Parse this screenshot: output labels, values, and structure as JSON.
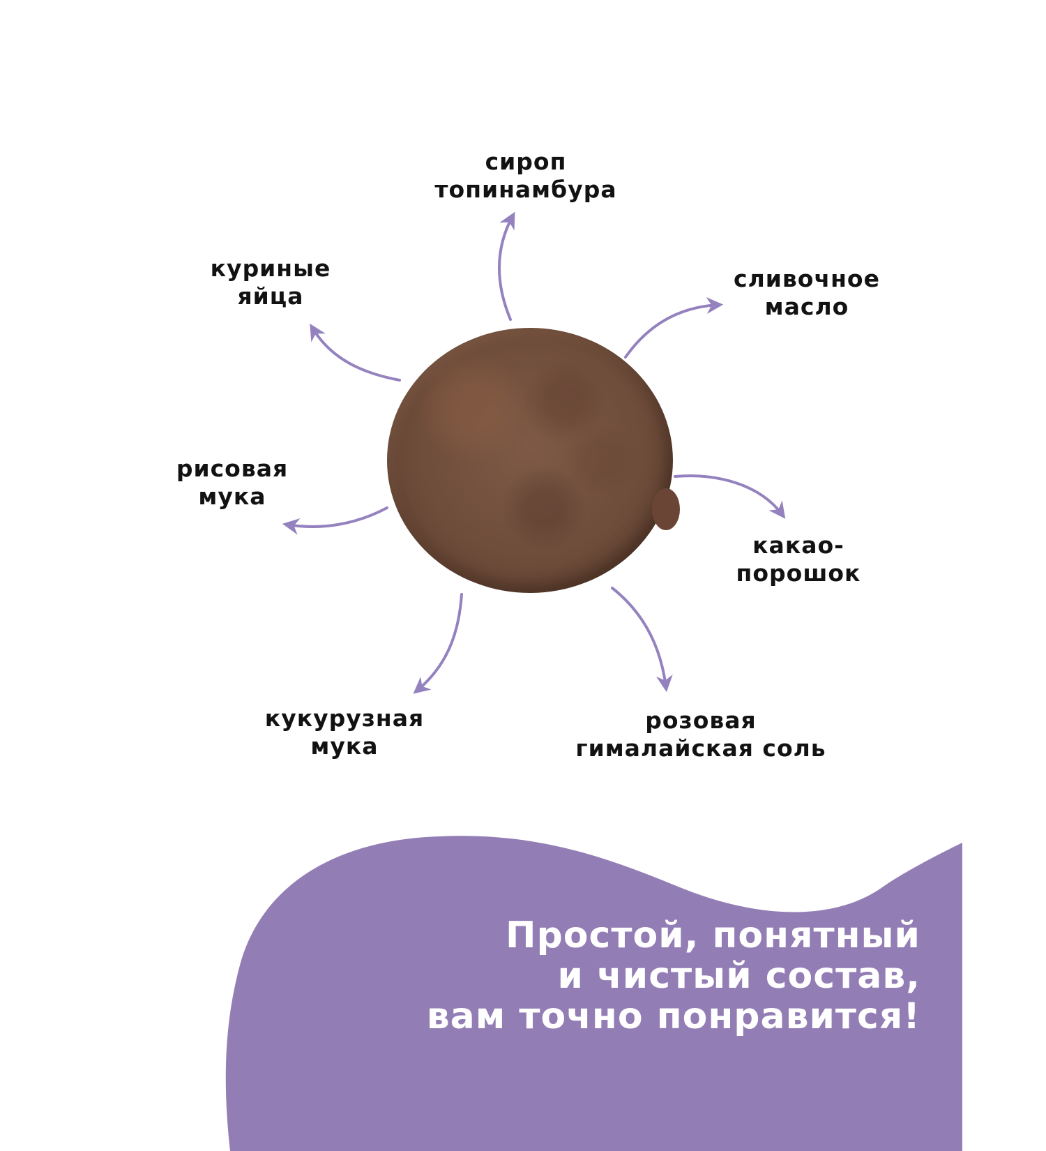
{
  "colors": {
    "accent_purple": "#937db5",
    "arrow_purple": "#9482bf",
    "label_text": "#121212",
    "slogan_text": "#ffffff",
    "cookie_brown": "#6f4d3b"
  },
  "product_image": {
    "icon": "chocolate-cookie"
  },
  "ingredients": [
    {
      "id": "syrup",
      "lines": [
        "сироп",
        "топинамбура"
      ]
    },
    {
      "id": "eggs",
      "lines": [
        "куриные",
        "яйца"
      ]
    },
    {
      "id": "butter",
      "lines": [
        "сливочное",
        "масло"
      ]
    },
    {
      "id": "rice-flour",
      "lines": [
        "рисовая",
        "мука"
      ]
    },
    {
      "id": "cocoa",
      "lines": [
        "какао-",
        "порошок"
      ]
    },
    {
      "id": "corn-flour",
      "lines": [
        "кукурузная",
        "мука"
      ]
    },
    {
      "id": "salt",
      "lines": [
        "розовая",
        "гималайская соль"
      ]
    }
  ],
  "slogan": {
    "lines": [
      "Простой, понятный",
      "и чистый состав,",
      "вам точно понравится!"
    ]
  }
}
